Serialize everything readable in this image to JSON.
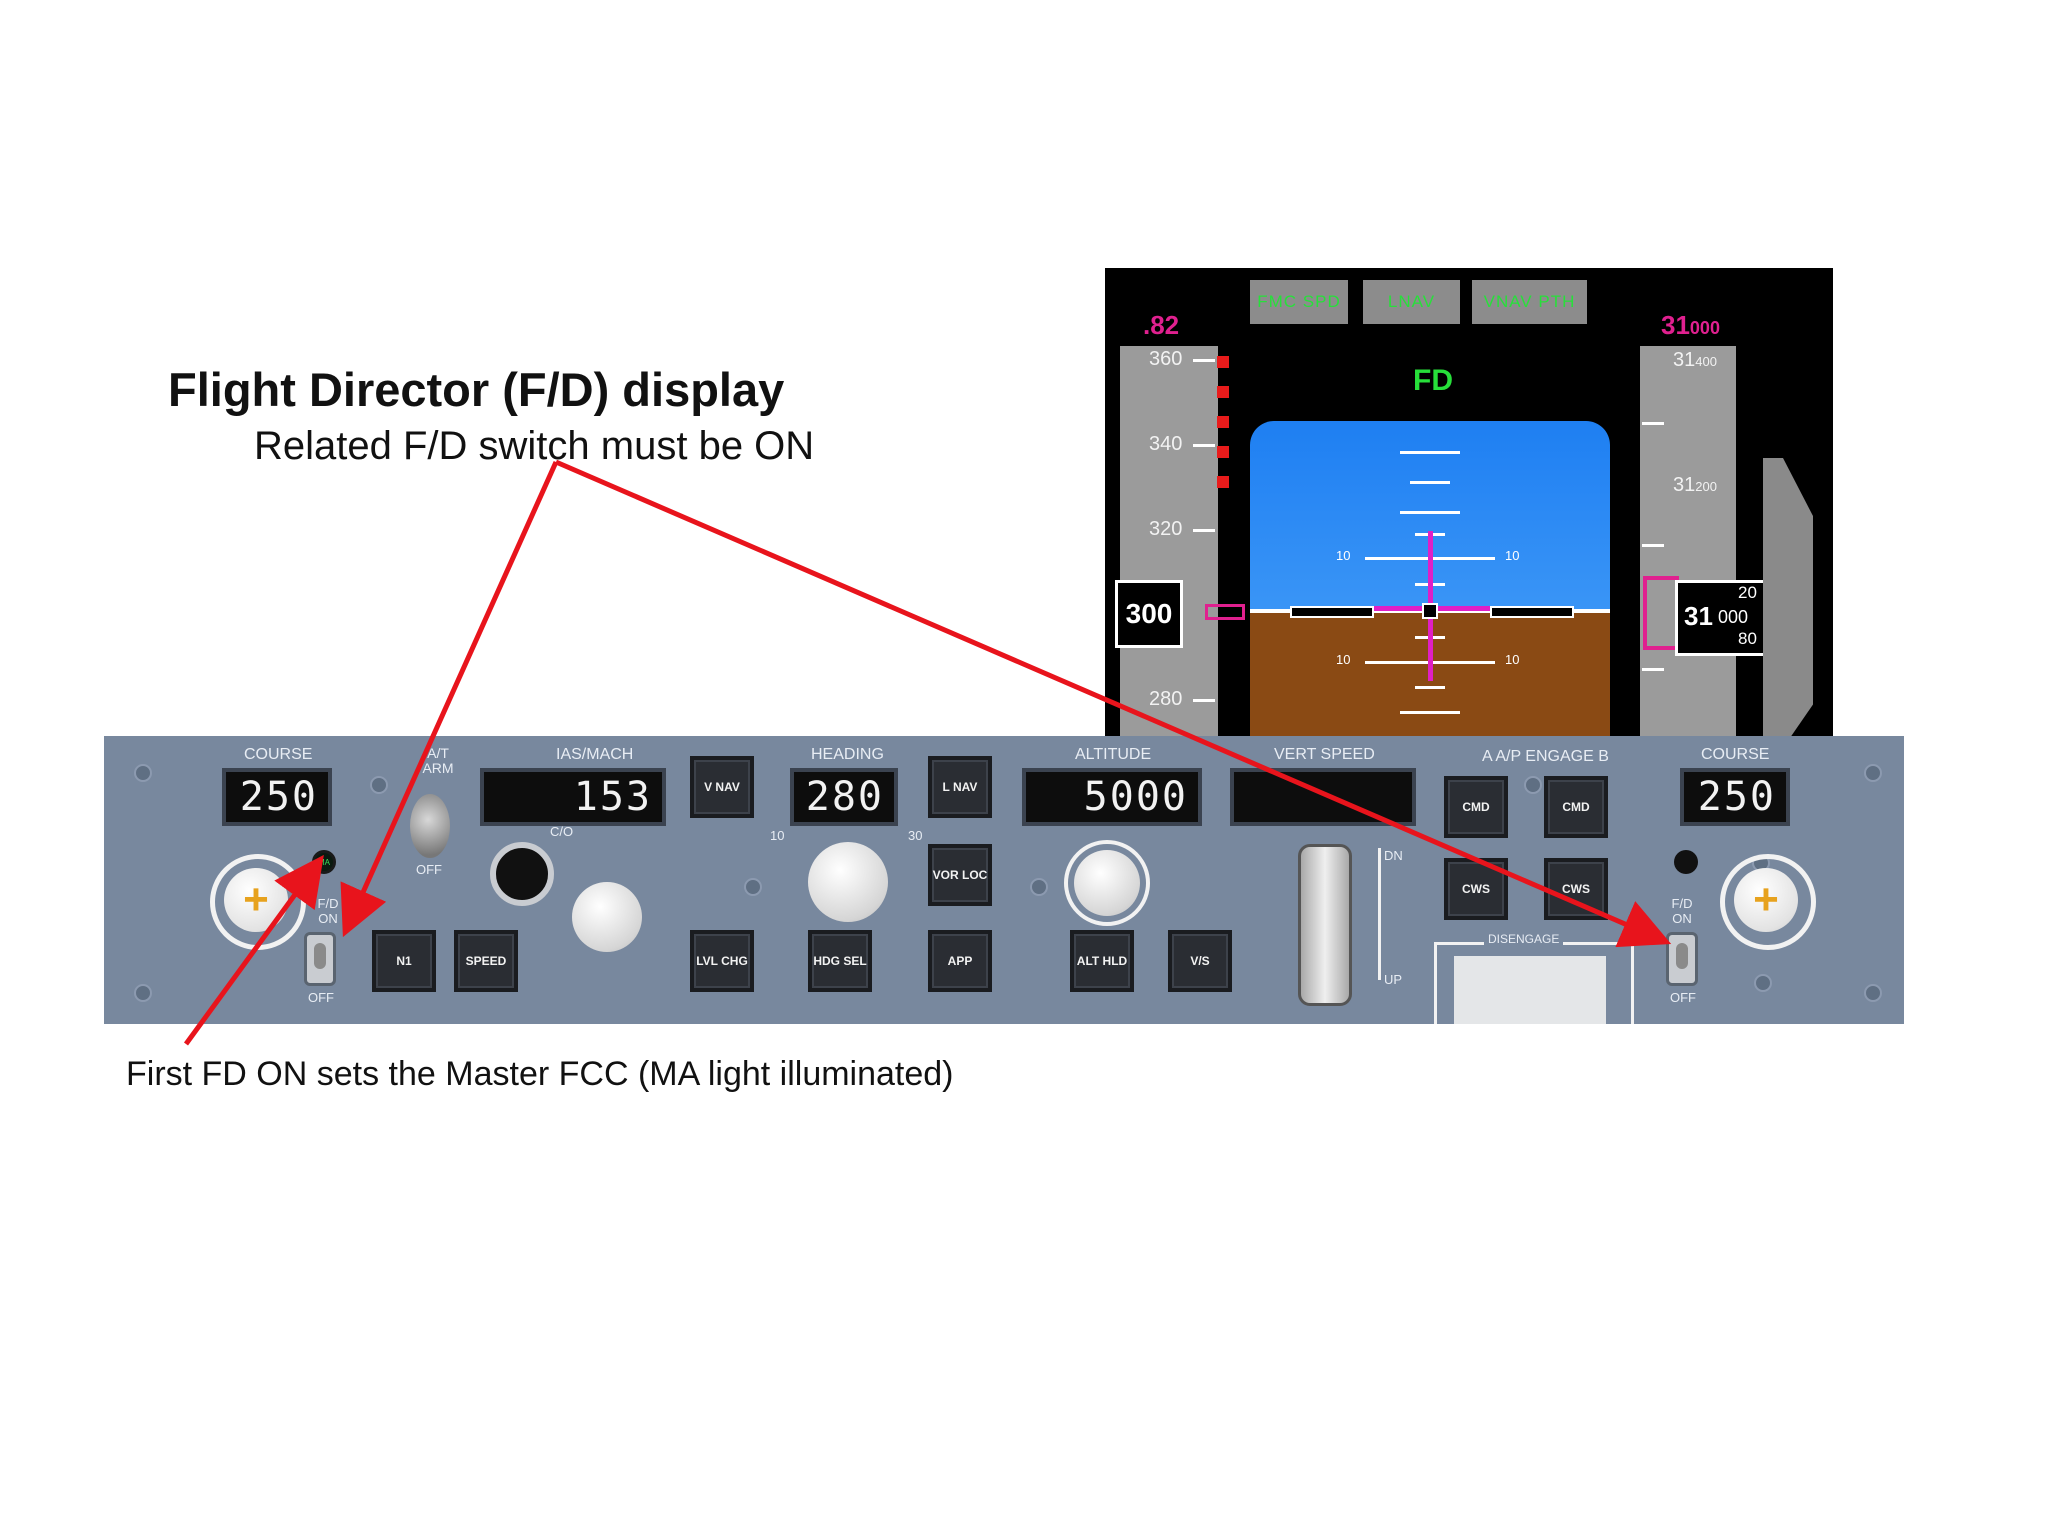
{
  "slide": {
    "title": "Flight Director (F/D) display",
    "subtitle": "Related F/D switch must be ON",
    "note": "First FD ON sets the Master FCC (MA light illuminated)"
  },
  "colors": {
    "arrow": "#e8141c",
    "fma_text": "#27e03a",
    "magenta": "#e0208f",
    "panel": "#78889e"
  },
  "pfd": {
    "fma": [
      "FMC SPD",
      "LNAV",
      "VNAV PTH"
    ],
    "mach": ".82",
    "selected_alt_big": "31",
    "selected_alt_small": "000",
    "fd_label": "FD",
    "speed_ticks": [
      "360",
      "340",
      "320",
      "280"
    ],
    "speed_readout": "300",
    "alt_ticks": [
      {
        "big": "31",
        "small": "400"
      },
      {
        "big": "31",
        "small": "200"
      }
    ],
    "alt_readout_big": "31",
    "alt_readout_small": "000",
    "alt_roll_top": "20",
    "alt_roll_bottom": "80",
    "pitch_labels": [
      "10",
      "10",
      "10",
      "10"
    ]
  },
  "mcp": {
    "labels": {
      "course_left": "COURSE",
      "at_arm": "A/T ARM",
      "ias_mach": "IAS/MACH",
      "heading": "HEADING",
      "altitude": "ALTITUDE",
      "vert_speed": "VERT SPEED",
      "ap_engage": "A/P ENGAGE",
      "course_right": "COURSE",
      "co": "C/O",
      "off": "OFF",
      "fd_on": "F/D ON",
      "dn": "DN",
      "up": "UP",
      "disengage": "DISENGAGE",
      "hdg_10": "10",
      "hdg_30": "30",
      "ap_a": "A",
      "ap_b": "B",
      "ma": "MA"
    },
    "course_left": "250",
    "ias": "153",
    "heading": "280",
    "altitude": "5000",
    "course_right": "250",
    "buttons": {
      "n1": "N1",
      "speed": "SPEED",
      "vnav": "V NAV",
      "lvl_chg": "LVL CHG",
      "hdg_sel": "HDG SEL",
      "lnav": "L NAV",
      "vor_loc": "VOR LOC",
      "app": "APP",
      "alt_hld": "ALT HLD",
      "vs": "V/S",
      "cmd_a": "CMD",
      "cmd_b": "CMD",
      "cws_a": "CWS",
      "cws_b": "CWS"
    }
  }
}
